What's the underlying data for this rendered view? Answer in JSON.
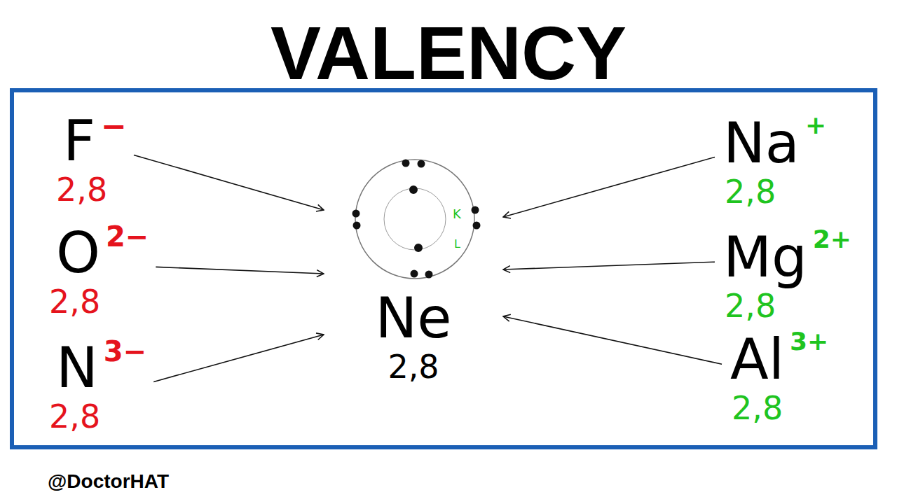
{
  "diagram": {
    "title": "VALENCY",
    "nodes": [
      {
        "text": [
          "F",
          "−",
          "2,8"
        ]
      },
      {
        "text": [
          "O",
          "2−",
          "2,8"
        ]
      },
      {
        "text": [
          "N",
          "3−",
          "2,8"
        ]
      },
      {
        "text": [
          "Ne",
          "2,8"
        ]
      },
      {
        "text": [
          "Na",
          "+",
          "2,8"
        ]
      },
      {
        "text": [
          "Mg",
          "2+",
          "2,8"
        ]
      },
      {
        "text": [
          "Al",
          "3+",
          "2,8"
        ]
      }
    ],
    "edges": [
      {
        "from": 0,
        "to": 3,
        "arrow": "to"
      },
      {
        "from": 1,
        "to": 3,
        "arrow": "to"
      },
      {
        "from": 2,
        "to": 3,
        "arrow": "to"
      },
      {
        "from": 4,
        "to": 3,
        "arrow": "to"
      },
      {
        "from": 5,
        "to": 3,
        "arrow": "to"
      },
      {
        "from": 6,
        "to": 3,
        "arrow": "to"
      }
    ],
    "labels": [
      "K",
      "L",
      "@DoctorHAT"
    ]
  }
}
